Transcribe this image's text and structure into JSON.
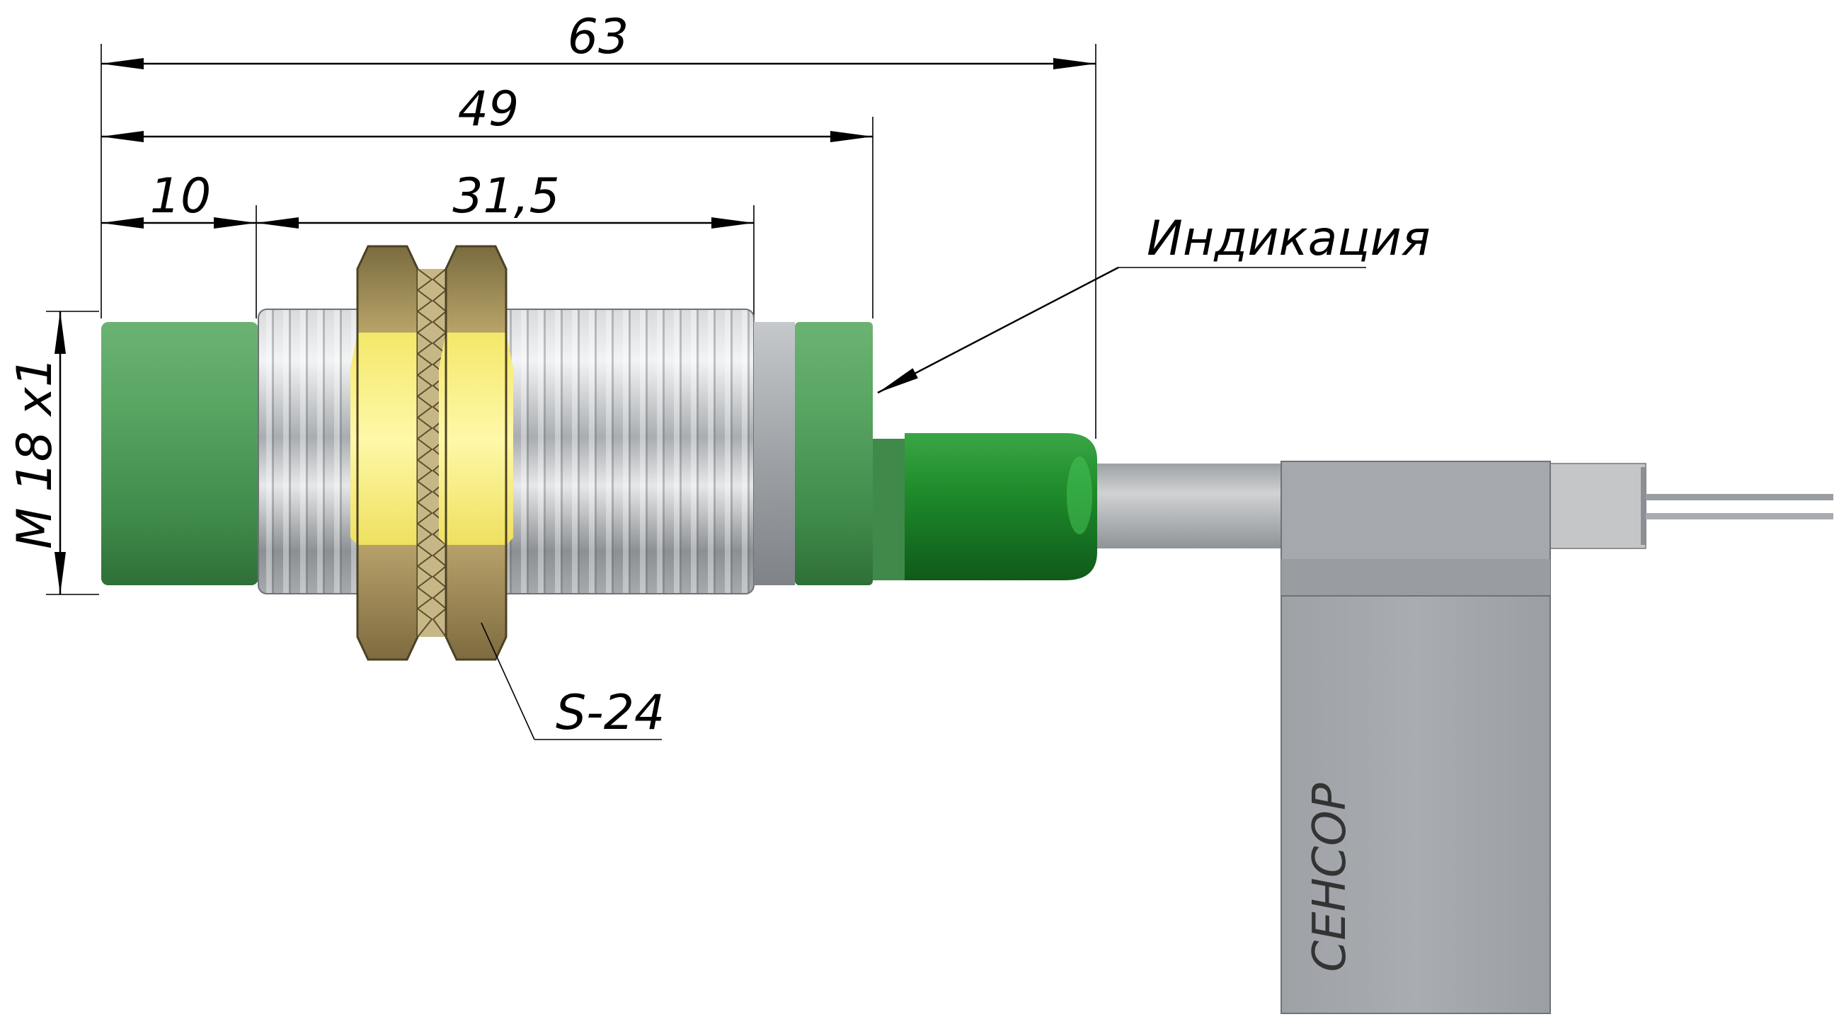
{
  "dimensions": {
    "overall_length": "63",
    "body_length": "49",
    "head_length": "10",
    "thread_length": "31,5",
    "thread_spec": "M 18 x1"
  },
  "callouts": {
    "indicator": "Индикация",
    "nut_size": "S-24"
  },
  "label": {
    "brand": "СЕНСОР"
  },
  "colors": {
    "sensor_head": "#4e9a58",
    "thread_metal": "#b7babd",
    "nut_body": "#9c8a52",
    "nut_highlight": "#fff27a",
    "cable_gland": "#1f8a2c",
    "cable": "#b0b3b7",
    "tag": "#a3a7ab"
  }
}
